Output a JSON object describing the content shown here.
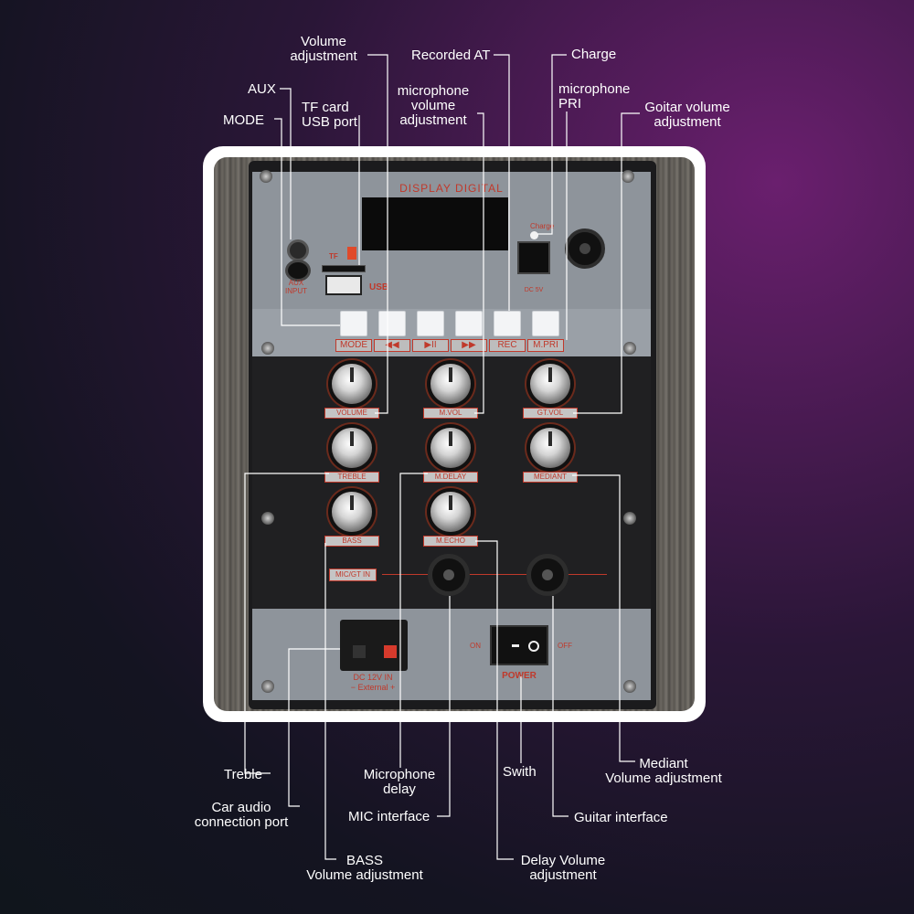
{
  "labels": {
    "volume_adjustment": [
      "Volume",
      "adjustment"
    ],
    "aux": "AUX",
    "tf_card_usb": [
      "TF card",
      "USB port"
    ],
    "mode": "MODE",
    "recorded_at": "Recorded AT",
    "microphone_volume": [
      "microphone",
      "volume",
      "adjustment"
    ],
    "charge": "Charge",
    "microphone_pri": [
      "microphone",
      "PRI"
    ],
    "guitar_volume": [
      "Goitar volume",
      "adjustment"
    ],
    "treble": "Treble",
    "car_audio": [
      "Car audio",
      "connection port"
    ],
    "microphone_delay": [
      "Microphone",
      "delay"
    ],
    "mic_interface": "MIC interface",
    "bass_volume": [
      "BASS",
      "Volume adjustment"
    ],
    "switch": "Swith",
    "delay_volume": [
      "Delay Volume",
      "adjustment"
    ],
    "mediant_volume": [
      "Mediant",
      "Volume adjustment"
    ],
    "guitar_interface": "Guitar interface"
  },
  "panel": {
    "display_title": "DISPLAY DIGITAL",
    "aux_input": [
      "AUX",
      "INPUT"
    ],
    "tf_text": "TF",
    "usb_text": "USB",
    "charge_text": "Charge",
    "dc_text": "DC 5V",
    "buttons": [
      "MODE",
      "◀◀",
      "▶II",
      "▶▶",
      "REC",
      "M.PRI"
    ],
    "knobs": [
      "VOLUME",
      "M.VOL",
      "GT.VOL",
      "TREBLE",
      "M.DELAY",
      "MEDIANT",
      "BASS",
      "M.ECHO"
    ],
    "mic_gt_label": "MIC/GT IN",
    "dc12_text": [
      "DC 12V IN",
      "− External +"
    ],
    "switch_on": "ON",
    "switch_off": "OFF",
    "switch_power": "POWER"
  }
}
